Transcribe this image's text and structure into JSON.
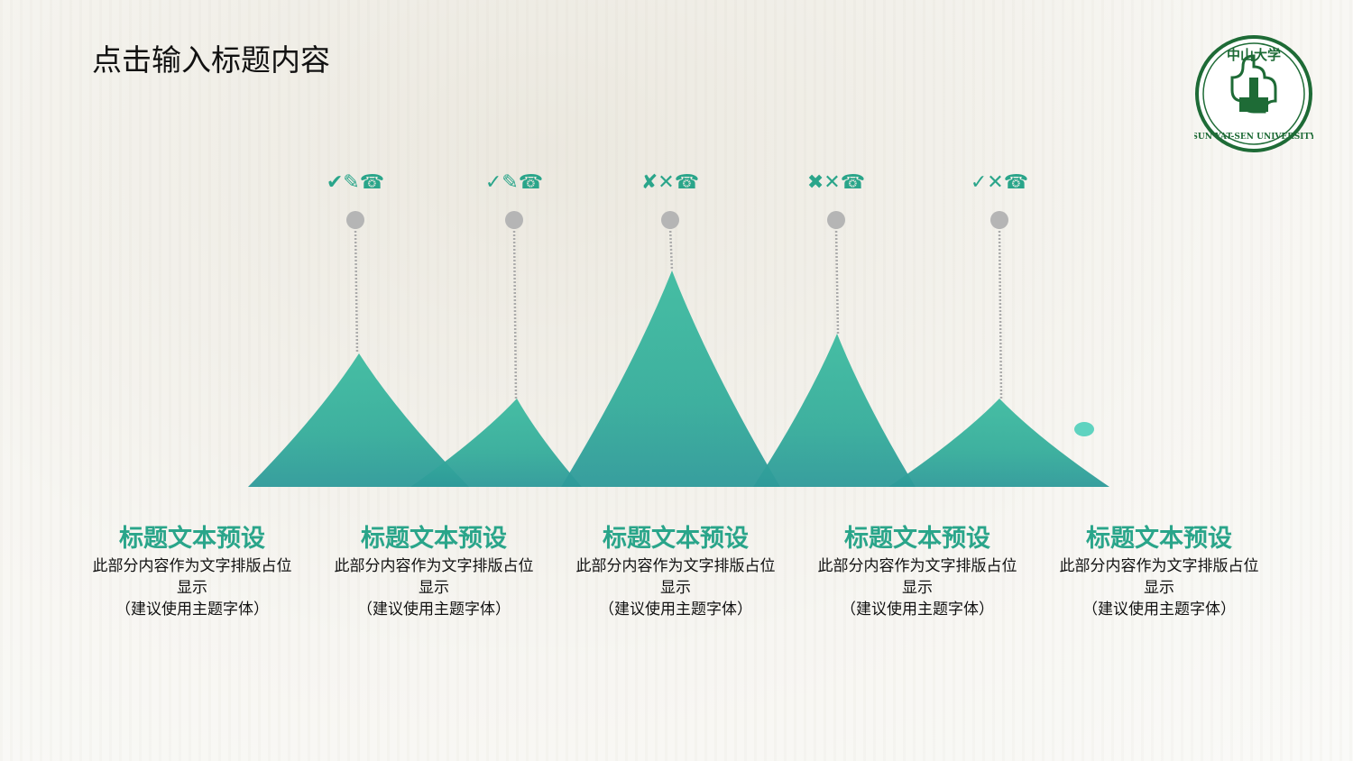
{
  "title": "点击输入标题内容",
  "logo": {
    "text_cn": "中山大学",
    "text_en": "SUN YAT-SEN UNIVERSITY",
    "color": "#1e6b36"
  },
  "accent_color": "#2aa58a",
  "items": [
    {
      "icons": "✔✎☎",
      "icon_names": [
        "check-heavy-icon",
        "pencil-icon",
        "phone-icon"
      ],
      "heading": "标题文本预设",
      "line1": "此部分内容作为文字排版占位",
      "line2": "显示",
      "line3": "（建议使用主题字体）"
    },
    {
      "icons": "✓✎☎",
      "icon_names": [
        "check-icon",
        "pencil-icon",
        "phone-icon"
      ],
      "heading": "标题文本预设",
      "line1": "此部分内容作为文字排版占位",
      "line2": "显示",
      "line3": "（建议使用主题字体）"
    },
    {
      "icons": "✘✕☎",
      "icon_names": [
        "ballot-x-icon",
        "x-icon",
        "phone-icon"
      ],
      "heading": "标题文本预设",
      "line1": "此部分内容作为文字排版占位",
      "line2": "显示",
      "line3": "（建议使用主题字体）"
    },
    {
      "icons": "✖✕☎",
      "icon_names": [
        "heavy-x-icon",
        "x-icon",
        "phone-icon"
      ],
      "heading": "标题文本预设",
      "line1": "此部分内容作为文字排版占位",
      "line2": "显示",
      "line3": "（建议使用主题字体）"
    },
    {
      "icons": "✓✕☎",
      "icon_names": [
        "check-icon",
        "x-icon",
        "phone-icon"
      ],
      "heading": "标题文本预设",
      "line1": "此部分内容作为文字排版占位",
      "line2": "显示",
      "line3": "（建议使用主题字体）"
    }
  ]
}
